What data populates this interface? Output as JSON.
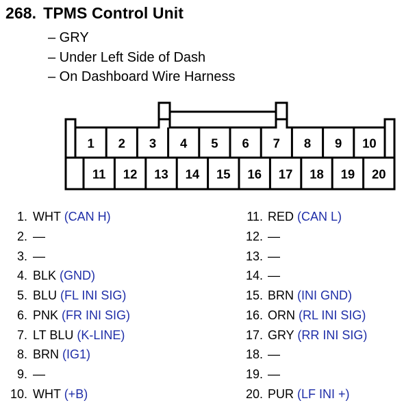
{
  "header": {
    "number": "268.",
    "title": "TPMS Control Unit"
  },
  "notes": [
    "– GRY",
    "– Under Left Side of Dash",
    "– On Dashboard Wire Harness"
  ],
  "connector": {
    "top_row": [
      "1",
      "2",
      "3",
      "4",
      "5",
      "6",
      "7",
      "8",
      "9",
      "10"
    ],
    "bottom_row": [
      "11",
      "12",
      "13",
      "14",
      "15",
      "16",
      "17",
      "18",
      "19",
      "20"
    ]
  },
  "pins_left": [
    {
      "num": "1.",
      "wire": "WHT",
      "func": "(CAN H)"
    },
    {
      "num": "2.",
      "wire": "—",
      "func": ""
    },
    {
      "num": "3.",
      "wire": "—",
      "func": ""
    },
    {
      "num": "4.",
      "wire": "BLK",
      "func": "(GND)"
    },
    {
      "num": "5.",
      "wire": "BLU",
      "func": "(FL INI SIG)"
    },
    {
      "num": "6.",
      "wire": "PNK",
      "func": "(FR INI SIG)"
    },
    {
      "num": "7.",
      "wire": "LT BLU",
      "func": "(K-LINE)"
    },
    {
      "num": "8.",
      "wire": "BRN",
      "func": "(IG1)"
    },
    {
      "num": "9.",
      "wire": "—",
      "func": ""
    },
    {
      "num": "10.",
      "wire": "WHT",
      "func": "(+B)"
    }
  ],
  "pins_right": [
    {
      "num": "11.",
      "wire": "RED",
      "func": "(CAN L)"
    },
    {
      "num": "12.",
      "wire": "—",
      "func": ""
    },
    {
      "num": "13.",
      "wire": "—",
      "func": ""
    },
    {
      "num": "14.",
      "wire": "—",
      "func": ""
    },
    {
      "num": "15.",
      "wire": "BRN",
      "func": "(INI GND)"
    },
    {
      "num": "16.",
      "wire": "ORN",
      "func": "(RL INI SIG)"
    },
    {
      "num": "17.",
      "wire": "GRY",
      "func": "(RR INI SIG)"
    },
    {
      "num": "18.",
      "wire": "—",
      "func": ""
    },
    {
      "num": "19.",
      "wire": "—",
      "func": ""
    },
    {
      "num": "20.",
      "wire": "PUR",
      "func": "(LF INI +)"
    }
  ],
  "colors": {
    "function_text": "#1f2ea8",
    "line": "#000000"
  }
}
